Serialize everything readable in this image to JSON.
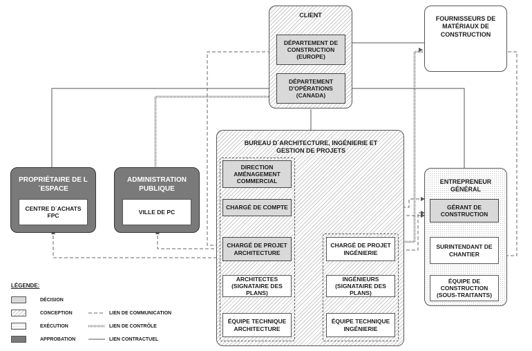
{
  "client": {
    "title": "CLIENT",
    "dept_construction": "DÉPARTEMENT DE CONSTRUCTION (EUROPE)",
    "dept_operations": "DÉPARTEMENT D'OPÉRATIONS (CANADA)"
  },
  "fournisseurs": {
    "title": "FOURNISSEURS DE MATÉRIAUX DE CONSTRUCTION"
  },
  "proprietaire": {
    "title": "PROPRIÉTAIRE DE L´ESPACE",
    "inner": "CENTRE D´ACHATS FPC"
  },
  "administration": {
    "title": "ADMINISTRATION PUBLIQUE",
    "inner": "VILLE DE PC"
  },
  "bureau": {
    "title": "BUREAU D´ARCHITECTURE, INGÉNIERIE ET GESTION DE PROJETS",
    "direction": "DIRECTION AMÉNAGEMENT COMMERCIAL",
    "charge_compte": "CHARGÉ DE COMPTE",
    "charge_projet_archi": "CHARGÉ DE PROJET ARCHITECTURE",
    "architectes": "ARCHITECTES (SIGNATAIRE DES PLANS)",
    "equipe_archi": "ÉQUIPE TECHNIQUE ARCHITECTURE",
    "charge_projet_ing": "CHARGÉ DE PROJET INGÉNIERIE",
    "ingenieurs": "INGÉNIEURS (SIGNATAIRE DES PLANS)",
    "equipe_ing": "ÉQUIPE TECHNIQUE INGÉNIERIE"
  },
  "entrepreneur": {
    "title": "ENTREPRENEUR GÉNÉRAL",
    "gerant": "GÉRANT DE CONSTRUCTION",
    "surintendant": "SURINTENDANT DE CHANTIER",
    "equipe": "ÉQUIPE DE CONSTRUCTION (SOUS-TRAITANTS)"
  },
  "legend": {
    "title": "LÉGENDE:",
    "decision": "DÉCISION",
    "conception": "CONCEPTION",
    "execution": "EXÉCUTION",
    "approbation": "APPROBATION",
    "lien_communication": "LIEN DE COMMUNICATION",
    "lien_controle": "LIEN DE CONTRÔLE",
    "lien_contractuel": "LIEN CONTRACTUEL"
  }
}
